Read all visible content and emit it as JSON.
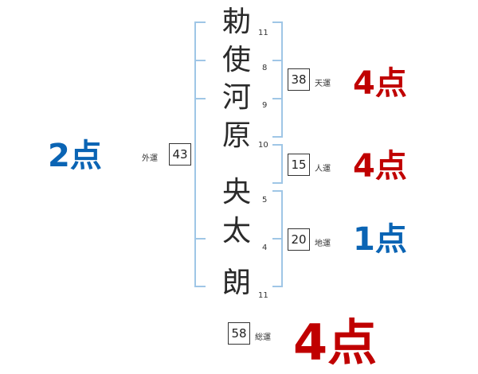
{
  "name_chars": [
    {
      "char": "勅",
      "strokes": "11"
    },
    {
      "char": "使",
      "strokes": "8"
    },
    {
      "char": "河",
      "strokes": "9"
    },
    {
      "char": "原",
      "strokes": "10"
    },
    {
      "char": "央",
      "strokes": "5"
    },
    {
      "char": "太",
      "strokes": "4"
    },
    {
      "char": "朗",
      "strokes": "11"
    }
  ],
  "fortunes": {
    "tenun": {
      "label": "天運",
      "value": "38",
      "score": "4点",
      "color": "#c00000"
    },
    "jinun": {
      "label": "人運",
      "value": "15",
      "score": "4点",
      "color": "#c00000"
    },
    "chiun": {
      "label": "地運",
      "value": "20",
      "score": "1点",
      "color": "#0a64b4"
    },
    "gaiun": {
      "label": "外運",
      "value": "43",
      "score": "2点",
      "color": "#0a64b4"
    },
    "souun": {
      "label": "総運",
      "value": "58",
      "score": "4点",
      "color": "#c00000"
    }
  },
  "bracket_color": "#9fc6e6"
}
